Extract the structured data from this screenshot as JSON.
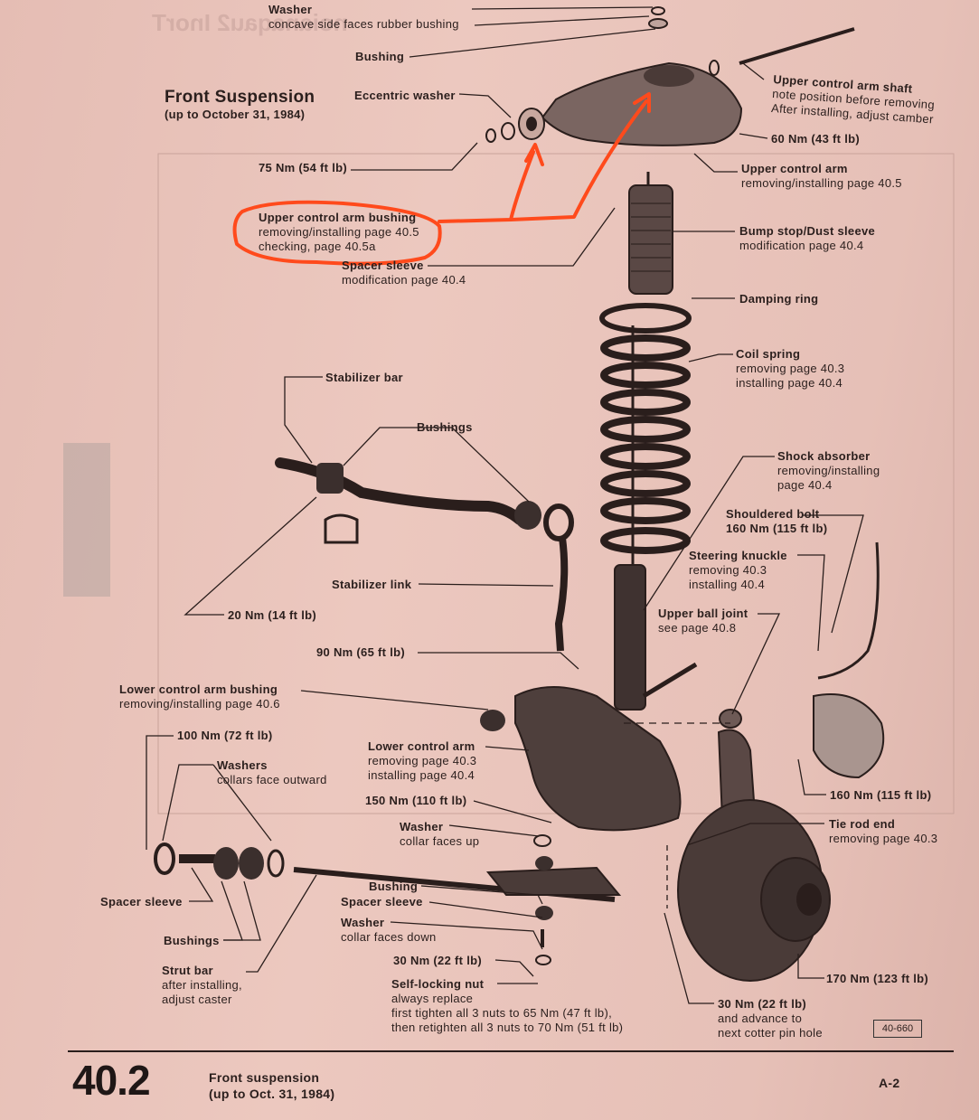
{
  "heading": {
    "title": "Front Suspension",
    "subtitle": "(up to October 31, 1984)"
  },
  "labels": {
    "washer_top": "Washer",
    "washer_top_note": "concave side faces rubber bushing",
    "bushing_top": "Bushing",
    "eccentric_washer": "Eccentric washer",
    "uca_shaft": "Upper control arm shaft",
    "uca_shaft_note1": "note position before removing",
    "uca_shaft_note2": "After installing, adjust camber",
    "torque_60": "60 Nm (43 ft lb)",
    "torque_75": "75 Nm (54 ft lb)",
    "uca": "Upper control arm",
    "uca_note": "removing/installing page 40.5",
    "uca_bushing": "Upper control arm bushing",
    "uca_bushing_note1": "removing/installing page 40.5",
    "uca_bushing_note2": "checking, page 40.5a",
    "bump_stop": "Bump stop/Dust sleeve",
    "bump_stop_note": "modification page 40.4",
    "spacer_sleeve_top": "Spacer sleeve",
    "spacer_sleeve_top_note": "modification page 40.4",
    "damping_ring": "Damping ring",
    "coil_spring": "Coil spring",
    "coil_spring_note1": "removing page 40.3",
    "coil_spring_note2": "installing page 40.4",
    "stabilizer_bar": "Stabilizer bar",
    "bushings_top": "Bushings",
    "shock": "Shock absorber",
    "shock_note1": "removing/installing",
    "shock_note2": "page 40.4",
    "shouldered_bolt": "Shouldered bolt",
    "torque_160a": "160 Nm (115 ft lb)",
    "steering_knuckle": "Steering knuckle",
    "steering_knuckle_note1": "removing 40.3",
    "steering_knuckle_note2": "installing 40.4",
    "stabilizer_link": "Stabilizer link",
    "upper_ball_joint": "Upper ball joint",
    "upper_ball_joint_note": "see page 40.8",
    "torque_20": "20 Nm (14 ft lb)",
    "torque_90": "90 Nm (65 ft lb)",
    "lca_bushing": "Lower control arm bushing",
    "lca_bushing_note": "removing/installing page 40.6",
    "torque_100": "100 Nm (72 ft lb)",
    "washers": "Washers",
    "washers_note": "collars face outward",
    "lca": "Lower control arm",
    "lca_note1": "removing page 40.3",
    "lca_note2": "installing page 40.4",
    "torque_160b": "160 Nm (115 ft lb)",
    "torque_150": "150 Nm (110 ft lb)",
    "washer_mid": "Washer",
    "washer_mid_note": "collar faces up",
    "tie_rod_end": "Tie rod end",
    "tie_rod_end_note": "removing page 40.3",
    "spacer_sleeve_left": "Spacer sleeve",
    "bushing_mid": "Bushing",
    "spacer_sleeve_mid": "Spacer sleeve",
    "washer_low": "Washer",
    "washer_low_note": "collar faces down",
    "bushings_left": "Bushings",
    "torque_30a": "30 Nm (22 ft lb)",
    "self_locking_nut": "Self-locking nut",
    "self_locking_note1": "always replace",
    "self_locking_note2": "first tighten all 3 nuts to 65 Nm (47 ft lb),",
    "self_locking_note3": "then retighten all 3 nuts to 70 Nm (51 ft lb)",
    "strut_bar": "Strut bar",
    "strut_bar_note1": "after installing,",
    "strut_bar_note2": "adjust caster",
    "torque_170": "170 Nm (123 ft lb)",
    "torque_30b": "30 Nm (22 ft lb)",
    "torque_30b_note1": "and advance to",
    "torque_30b_note2": "next cotter pin hole"
  },
  "figure_id": "40-660",
  "footer": {
    "page_number": "40.2",
    "section": "Front suspension",
    "section_sub": "(up to Oct. 31, 1984)",
    "page_ref": "A-2"
  },
  "colors": {
    "paper": "#e9c2b8",
    "ink": "#2a1e1c",
    "annotation": "#ff4a1c"
  }
}
